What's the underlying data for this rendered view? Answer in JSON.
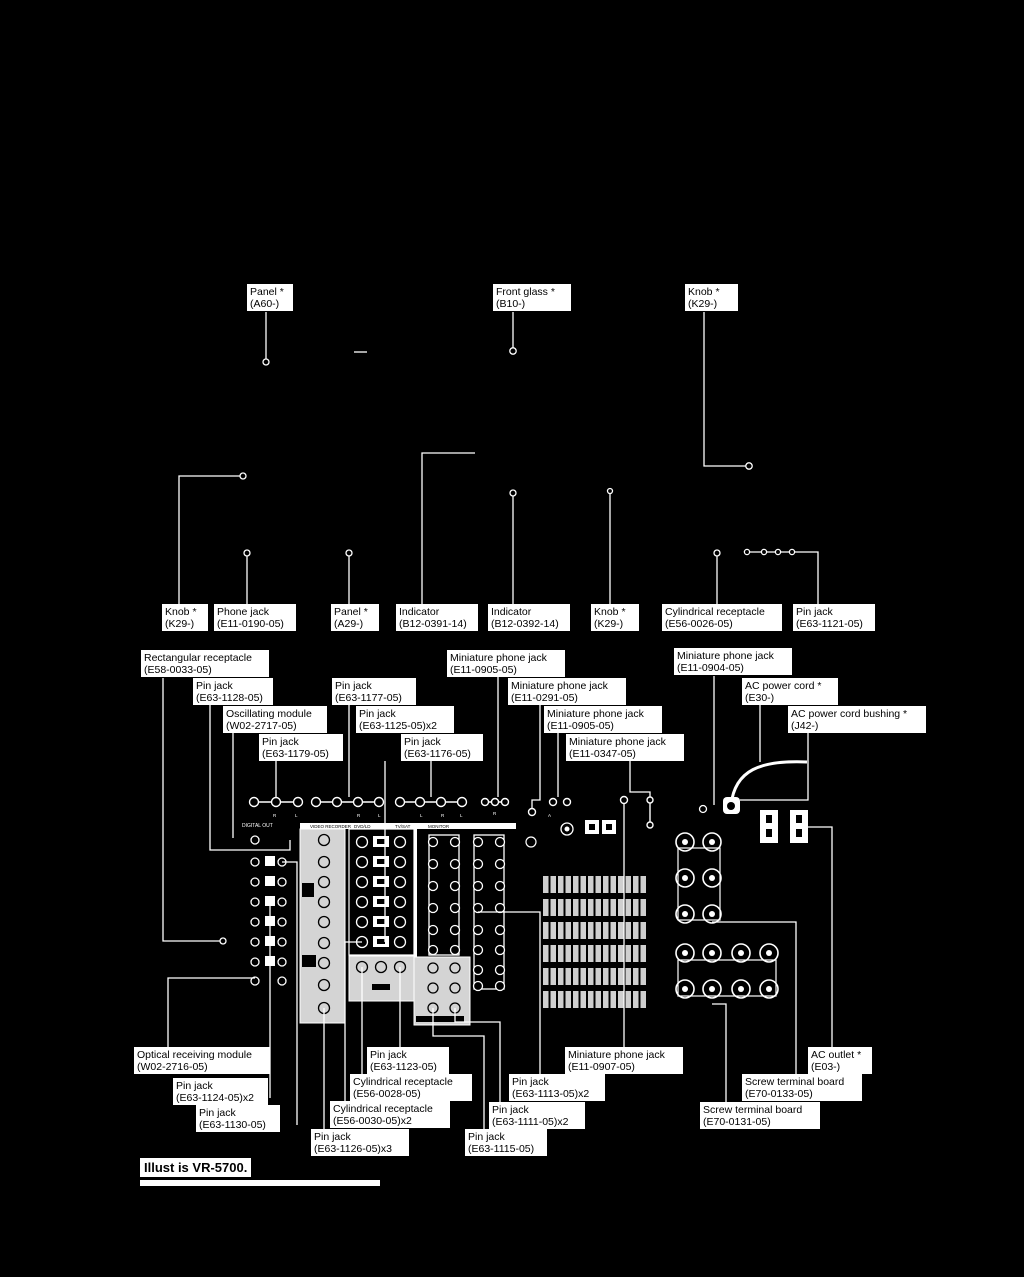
{
  "labels": {
    "panel_a60": {
      "name": "Panel *",
      "code": "(A60-)"
    },
    "front_glass": {
      "name": "Front glass *",
      "code": "(B10-)"
    },
    "knob_top": {
      "name": "Knob *",
      "code": "(K29-)"
    },
    "knob_left": {
      "name": "Knob *",
      "code": "(K29-)"
    },
    "phone_jack": {
      "name": "Phone jack",
      "code": "(E11-0190-05)"
    },
    "panel_a29": {
      "name": "Panel *",
      "code": "(A29-)"
    },
    "indicator_1": {
      "name": "Indicator",
      "code": "(B12-0391-14)"
    },
    "indicator_2": {
      "name": "Indicator",
      "code": "(B12-0392-14)"
    },
    "knob_mid": {
      "name": "Knob *",
      "code": "(K29-)"
    },
    "cyl_receptacle_top": {
      "name": "Cylindrical receptacle",
      "code": "(E56-0026-05)"
    },
    "pin_jack_1121": {
      "name": "Pin jack",
      "code": "(E63-1121-05)"
    },
    "rect_receptacle": {
      "name": "Rectangular receptacle",
      "code": "(E58-0033-05)"
    },
    "pin_jack_1128": {
      "name": "Pin jack",
      "code": "(E63-1128-05)"
    },
    "osc_module": {
      "name": "Oscillating module",
      "code": "(W02-2717-05)"
    },
    "pin_jack_1179": {
      "name": "Pin jack",
      "code": "(E63-1179-05)"
    },
    "pin_jack_1177": {
      "name": "Pin jack",
      "code": "(E63-1177-05)"
    },
    "pin_jack_1125": {
      "name": "Pin jack",
      "code": "(E63-1125-05)x2"
    },
    "pin_jack_1176": {
      "name": "Pin jack",
      "code": "(E63-1176-05)"
    },
    "mini_jack_0905_a": {
      "name": "Miniature phone jack",
      "code": "(E11-0905-05)"
    },
    "mini_jack_0291": {
      "name": "Miniature phone jack",
      "code": "(E11-0291-05)"
    },
    "mini_jack_0905_b": {
      "name": "Miniature phone jack",
      "code": "(E11-0905-05)"
    },
    "mini_jack_0347": {
      "name": "Miniature phone jack",
      "code": "(E11-0347-05)"
    },
    "mini_jack_0904": {
      "name": "Miniature phone jack",
      "code": "(E11-0904-05)"
    },
    "ac_cord": {
      "name": "AC power cord *",
      "code": "(E30-)"
    },
    "ac_bushing": {
      "name": "AC power cord bushing *",
      "code": "(J42-)"
    },
    "optical_module": {
      "name": "Optical receiving module",
      "code": "(W02-2716-05)"
    },
    "pin_jack_1124": {
      "name": "Pin jack",
      "code": "(E63-1124-05)x2"
    },
    "pin_jack_1130": {
      "name": "Pin jack",
      "code": "(E63-1130-05)"
    },
    "pin_jack_1126": {
      "name": "Pin jack",
      "code": "(E63-1126-05)x3"
    },
    "cyl_receptacle_0030": {
      "name": "Cylindrical receptacle",
      "code": "(E56-0030-05)x2"
    },
    "cyl_receptacle_0028": {
      "name": "Cylindrical receptacle",
      "code": "(E56-0028-05)"
    },
    "pin_jack_1123": {
      "name": "Pin jack",
      "code": "(E63-1123-05)"
    },
    "pin_jack_1115": {
      "name": "Pin jack",
      "code": "(E63-1115-05)"
    },
    "pin_jack_1111": {
      "name": "Pin jack",
      "code": "(E63-1111-05)x2"
    },
    "pin_jack_1113": {
      "name": "Pin jack",
      "code": "(E63-1113-05)x2"
    },
    "mini_jack_0907": {
      "name": "Miniature phone jack",
      "code": "(E11-0907-05)"
    },
    "screw_terminal_0131": {
      "name": "Screw terminal board",
      "code": "(E70-0131-05)"
    },
    "screw_terminal_0133": {
      "name": "Screw terminal board",
      "code": "(E70-0133-05)"
    },
    "ac_outlet": {
      "name": "AC outlet *",
      "code": "(E03-)"
    }
  },
  "panel_text": {
    "digital_out": "DIGITAL OUT"
  },
  "caption": "Illust is VR-5700."
}
